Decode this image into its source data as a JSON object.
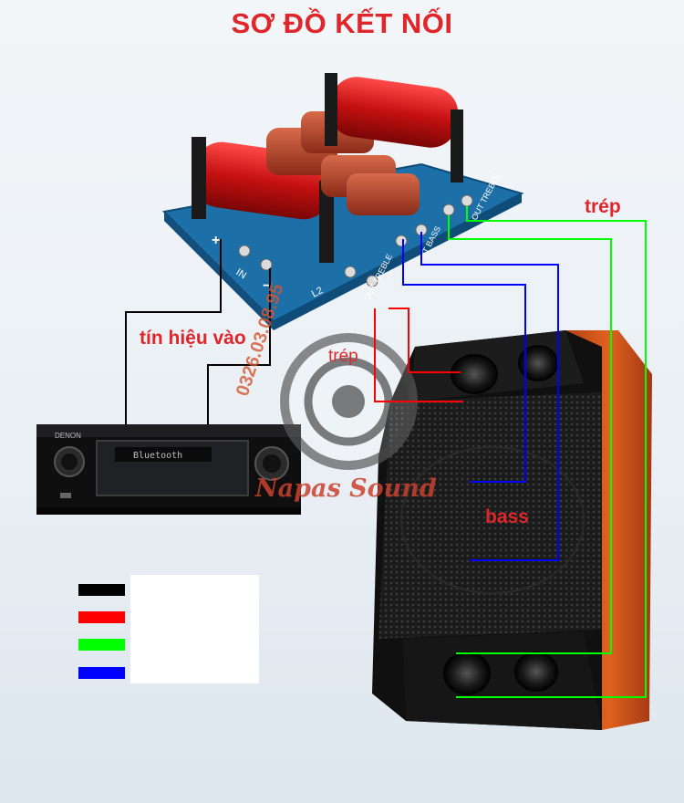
{
  "title": "SƠ ĐỒ KẾT NỐI",
  "labels": {
    "input_signal": "tín hiệu vào",
    "treble_right": "trép",
    "treble_center": "trép",
    "bass": "bass"
  },
  "board": {
    "in": "IN",
    "l2": "L2",
    "plus": "+",
    "minus": "−",
    "out_treble": "OUT TREBLE",
    "out_bass": "OUT BASS",
    "out_treble_2": "OUT TREBLE"
  },
  "amplifier": {
    "brand": "DENON",
    "display": "Bluetooth"
  },
  "watermark": {
    "brand": "Napas Sound",
    "phone": "0326.03.08.95"
  },
  "colors": {
    "title": "#e0262a",
    "wire_black": "#000000",
    "wire_red": "#ff0000",
    "wire_green": "#00ff00",
    "wire_blue": "#0000ff",
    "board": "#1d6fa8",
    "speaker_wood": "#d9531f"
  },
  "legend": [
    {
      "color": "#000000",
      "name": "black"
    },
    {
      "color": "#ff0000",
      "name": "red"
    },
    {
      "color": "#00ff00",
      "name": "green"
    },
    {
      "color": "#0000ff",
      "name": "blue"
    }
  ]
}
